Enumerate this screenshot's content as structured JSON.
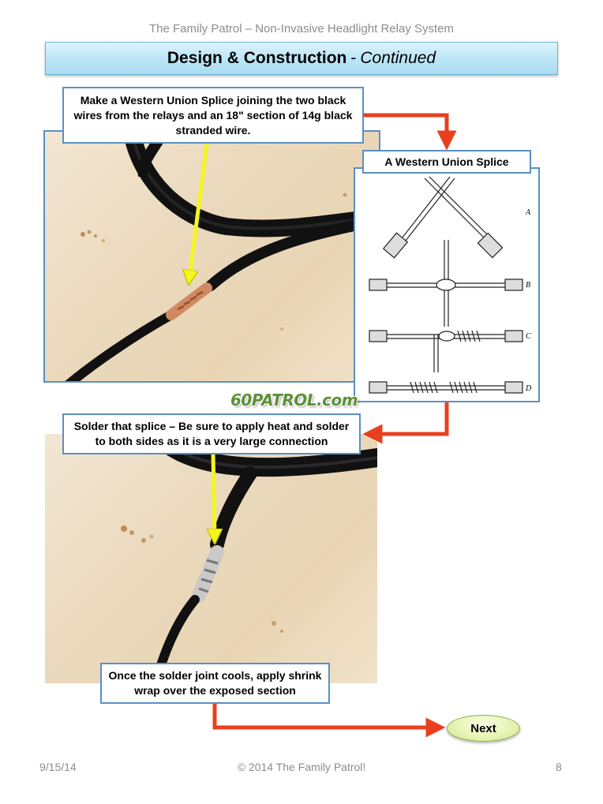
{
  "header": {
    "text": "The Family Patrol – Non-Invasive Headlight Relay System"
  },
  "title": {
    "main": "Design & Construction",
    "separator": "-",
    "subtitle": "Continued"
  },
  "callouts": {
    "step1": "Make a Western Union Splice joining the two black wires from the relays and an 18\" section of 14g black stranded wire.",
    "step2": "Solder that splice – Be sure to apply heat and solder to both sides as it is a very large connection",
    "step3": "Once the solder joint cools, apply shrink wrap over the exposed section"
  },
  "diagram": {
    "title": "A Western Union Splice",
    "labels": [
      "A",
      "B",
      "C",
      "D"
    ]
  },
  "watermark": "60PATROL.com",
  "navigation": {
    "next_label": "Next"
  },
  "footer": {
    "date": "9/15/14",
    "copyright": "© 2014 The Family Patrol!",
    "page": "8"
  },
  "colors": {
    "arrow_red": "#e8401f",
    "pointer_yellow": "#f5f520",
    "box_border": "#5b8fc4",
    "title_bg": "#bfe7f7",
    "next_bg": "#e6f4b4"
  }
}
